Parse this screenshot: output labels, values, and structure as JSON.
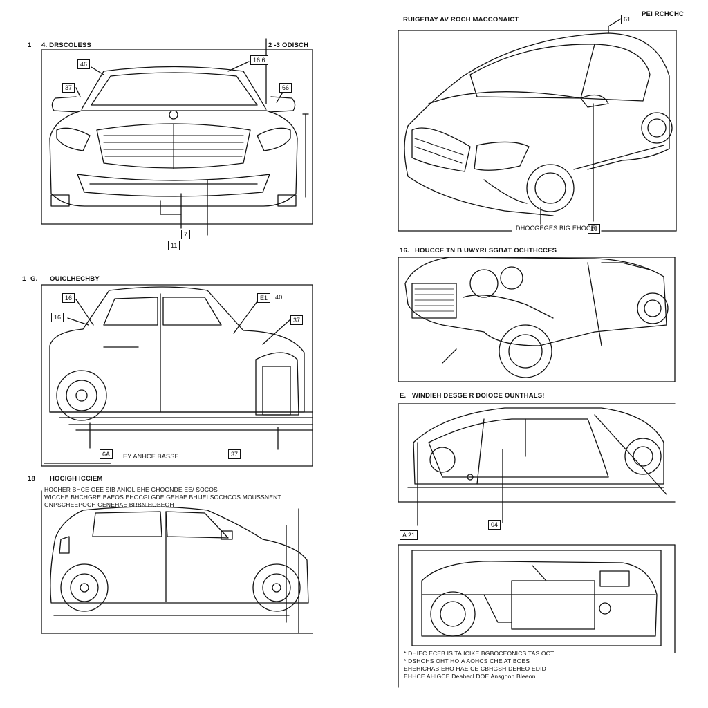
{
  "sections": {
    "s1": {
      "number": "1",
      "title": "4. DRSCOLESS"
    },
    "s2": {
      "title": "2 -3 ODISCH"
    },
    "s3": {
      "number": "1",
      "letter": "G.",
      "title": "OUICLHECHBY"
    },
    "s4": {
      "number": "18",
      "title": "HOCIGH ICCIEM"
    },
    "s5": {
      "title": "RUIGEBAY AV ROCH MACCONAICT"
    },
    "s5b": {
      "title": "PEI RCHCHC"
    },
    "s6": {
      "number": "16.",
      "title": "HOUCCE TN B UWYRLSGBAT OCHTHCCES"
    },
    "s7": {
      "number": "E.",
      "title": "WINDIEH DESGE R DOIOCE OUNTHALS!"
    }
  },
  "callouts": {
    "front": [
      "46",
      "37",
      "16 6",
      "66",
      "7",
      "11"
    ],
    "rear34": [
      "61",
      "10"
    ],
    "side": [
      "16",
      "16",
      "E1",
      "40",
      "37",
      "6A",
      "37"
    ],
    "side_caption": "EY ANHCE BASSE",
    "rear34_caption": "DHOCGEGES BIG EHOCEL",
    "chassis": [
      "04",
      "A 21"
    ],
    "hatch_note": "HOCHER BHCE OEE SIB ANIOL EHE GHOGNDE EE/ SOCOS\nWICCHE BHCHGRE BAEOS EHOCGLGDE GEHAE BHIJEI SOCHCOS MOUSSNENT\nGNPSCHEEPOCH GENEHAE BRBN HOBEOH",
    "bottom_note": "* DHIEC ECEB IS TA ICIKE BGBOCEONICS TAS OCT\n* DSHOHS OHT HOIA AOHCS CHE AT BOES\nEHEHICHAB EHO HAE CE CBHGSH DEHEO EDID\nEHHCE AHIGCE Deabecl DOE Ansgoon Bleeon"
  }
}
